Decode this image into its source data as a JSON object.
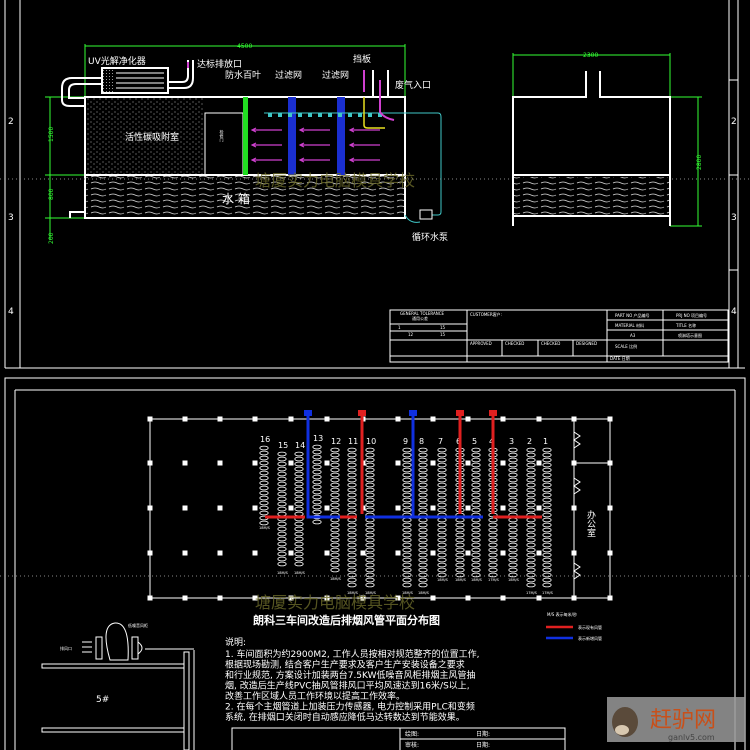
{
  "colors": {
    "background": "#000000",
    "line": "#ffffff",
    "dimension": "#33ff33",
    "filter": "#1a2fd0",
    "louver": "#22dd22",
    "spray": "#40c8c8",
    "arrow": "#d040d0",
    "baffle": "#e8e020",
    "existing_duct": "#e02020",
    "new_duct": "#1030e0",
    "watermark": "#6b6a2a"
  },
  "watermark": "塘厦实力电脑模具学校",
  "border": {
    "rows": [
      "2",
      "3",
      "4"
    ]
  },
  "side_view": {
    "labels": {
      "uv": "UV光解净化器",
      "outlet": "达标排放口",
      "louver": "防水百叶",
      "filter1": "过滤网",
      "filter2": "过滤网",
      "baffle": "挡板",
      "inlet": "废气入口",
      "carbon": "活性碳吸附室",
      "door": "检修门",
      "tank": "水 箱",
      "pump": "循环水泵"
    },
    "dims": {
      "width": "4500",
      "h1": "1500",
      "h2": "800",
      "h3": "200"
    }
  },
  "end_view": {
    "dims": {
      "width": "2300",
      "height": "2800"
    }
  },
  "title_block": {
    "tolerance": "GENERAL TOLERANCE",
    "tolerance_cn": "通用公差",
    "tol_rows": [
      [
        "1",
        "15"
      ],
      [
        "12",
        "15"
      ]
    ],
    "customer": "CUSTOMER客户:",
    "sign": [
      "APPROVED",
      "CHECKED",
      "CHECKED",
      "DESIGNED"
    ],
    "part_no": "PART NO 产品编号",
    "prj_no": "PRJ NO 项目编号",
    "material": "MATERIAL 材料",
    "title": "TITLE 名称",
    "size": "A3",
    "drawing_name": "喷淋塔示意图",
    "scale": "SCALE 比例",
    "date": "DATE 日期"
  },
  "plan": {
    "office": "办公室",
    "columns": [
      {
        "no": "16",
        "speed": "18M/S"
      },
      {
        "no": "15",
        "speed": "18M/S"
      },
      {
        "no": "14",
        "speed": "18M/S"
      },
      {
        "no": "13",
        "speed": ""
      },
      {
        "no": "12",
        "speed": "18M/S"
      },
      {
        "no": "11",
        "speed": "18M/S"
      },
      {
        "no": "10",
        "speed": "18M/S"
      },
      {
        "no": "9",
        "speed": "18M/S"
      },
      {
        "no": "8",
        "speed": "18M/S"
      },
      {
        "no": "7",
        "speed": "18M/S"
      },
      {
        "no": "6",
        "speed": "18M/S"
      },
      {
        "no": "5",
        "speed": "18M/S"
      },
      {
        "no": "4",
        "speed": "17M/S"
      },
      {
        "no": "3",
        "speed": "18M/S"
      },
      {
        "no": "2",
        "speed": "17M/S"
      },
      {
        "no": "1",
        "speed": "17M/S"
      }
    ],
    "title": "朗科三车间改造后排烟风管平面分布图",
    "legend": {
      "unit": "M/S 表示每米/秒",
      "existing": "表示现有风管",
      "new": "表示新增风管"
    }
  },
  "notes": {
    "heading": "说明:",
    "lines": [
      "1. 车间面积为约2900M2, 工作人员按相对规范整齐的位置工作,",
      "根据现场勘测, 结合客户生产要求及客户生产安装设备之要求",
      "和行业规范, 方案设计加装两台7.5KW低噪音风柜排烟主风管抽",
      "烟, 改造后生产线PVC抽风管排风口平均风速达到16米/S以上,",
      "改善工作区域人员工作环境以提高工作效率。",
      "2. 在每个主烟管道上加装压力传感器, 电力控制采用PLC和变频",
      "系统, 在排烟口关闭时自动感应降低马达转数达到节能效果。"
    ]
  },
  "fan_detail": {
    "fan": "低噪音风柜",
    "outlet": "排风口",
    "floor": "5#"
  },
  "bottom_block": {
    "draw": "绘图:",
    "date1": "日期:",
    "check": "审核:",
    "date2": "日期:"
  },
  "logo": {
    "text": "赶驴网",
    "url": "ganlv5.com"
  }
}
